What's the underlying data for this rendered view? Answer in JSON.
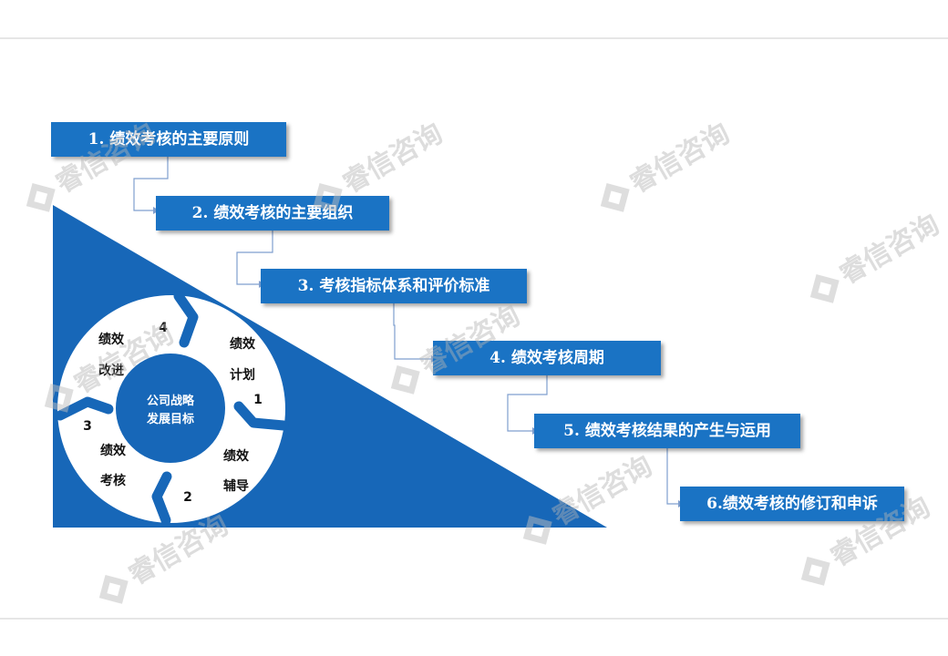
{
  "steps": [
    {
      "label": "1. 绩效考核的主要原则"
    },
    {
      "label": "2. 绩效考核的主要组织"
    },
    {
      "label": "3. 考核指标体系和评价标准"
    },
    {
      "label": "4. 绩效考核周期"
    },
    {
      "label": "5. 绩效考核结果的产生与运用"
    },
    {
      "label": "6.绩效考核的修订和申诉"
    }
  ],
  "cycle": {
    "center": {
      "line1": "公司战略",
      "line2": "发展目标"
    },
    "segments": [
      {
        "number": "1",
        "line1": "绩效",
        "line2": "计划"
      },
      {
        "number": "2",
        "line1": "绩效",
        "line2": "辅导"
      },
      {
        "number": "3",
        "line1": "绩效",
        "line2": "考核"
      },
      {
        "number": "4",
        "line1": "绩效",
        "line2": "改进"
      }
    ]
  },
  "watermark": {
    "text": "睿信咨询"
  },
  "colors": {
    "primary": "#1a73c4",
    "triangle": "#1767b8",
    "connector": "#7f9fcf"
  }
}
